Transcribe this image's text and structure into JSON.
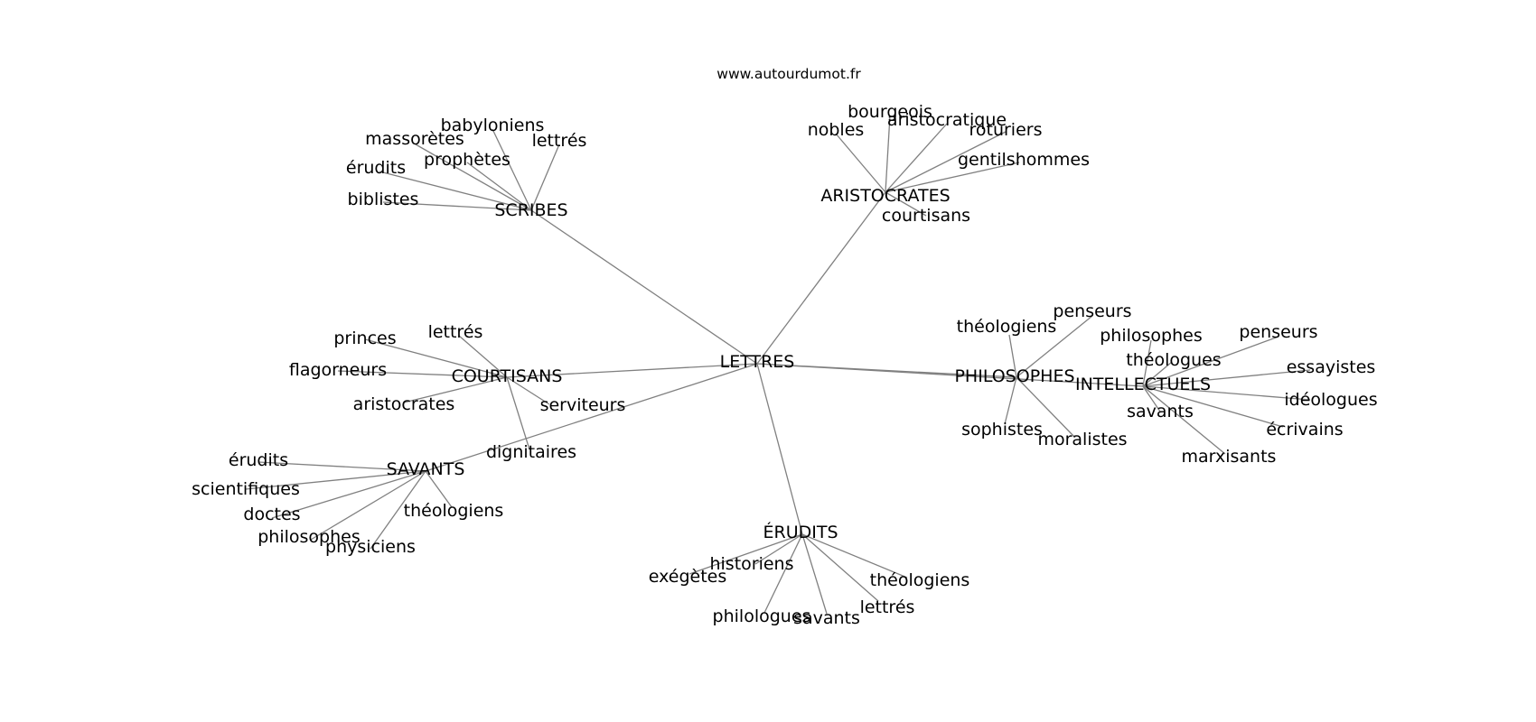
{
  "source_label": "www.autourdumot.fr",
  "graph": {
    "root": "LETTRES",
    "hubs": [
      {
        "id": "scribes",
        "label": "SCRIBES",
        "children": [
          {
            "id": "scribes-babyloniens",
            "label": "babyloniens"
          },
          {
            "id": "scribes-massoretes",
            "label": "massorètes"
          },
          {
            "id": "scribes-lettres",
            "label": "lettrés"
          },
          {
            "id": "scribes-prophetes",
            "label": "prophètes"
          },
          {
            "id": "scribes-erudits",
            "label": "érudits"
          },
          {
            "id": "scribes-biblistes",
            "label": "biblistes"
          }
        ]
      },
      {
        "id": "aristocrates",
        "label": "ARISTOCRATES",
        "children": [
          {
            "id": "aristocrates-bourgeois",
            "label": "bourgeois"
          },
          {
            "id": "aristocrates-aristocratique",
            "label": "aristocratique"
          },
          {
            "id": "aristocrates-nobles",
            "label": "nobles"
          },
          {
            "id": "aristocrates-roturiers",
            "label": "roturiers"
          },
          {
            "id": "aristocrates-gentilshommes",
            "label": "gentilshommes"
          },
          {
            "id": "aristocrates-courtisans",
            "label": "courtisans"
          }
        ]
      },
      {
        "id": "courtisans",
        "label": "COURTISANS",
        "children": [
          {
            "id": "courtisans-lettres",
            "label": "lettrés"
          },
          {
            "id": "courtisans-princes",
            "label": "princes"
          },
          {
            "id": "courtisans-flagorneurs",
            "label": "flagorneurs"
          },
          {
            "id": "courtisans-aristocrates",
            "label": "aristocrates"
          },
          {
            "id": "courtisans-serviteurs",
            "label": "serviteurs"
          },
          {
            "id": "courtisans-dignitaires",
            "label": "dignitaires"
          }
        ]
      },
      {
        "id": "philosophes",
        "label": "PHILOSOPHES",
        "children": [
          {
            "id": "philosophes-theologiens",
            "label": "théologiens"
          },
          {
            "id": "philosophes-penseurs",
            "label": "penseurs"
          },
          {
            "id": "philosophes-sophistes",
            "label": "sophistes"
          },
          {
            "id": "philosophes-moralistes",
            "label": "moralistes"
          }
        ]
      },
      {
        "id": "intellectuels",
        "label": "INTELLECTUELS",
        "children": [
          {
            "id": "intellectuels-philosophes",
            "label": "philosophes"
          },
          {
            "id": "intellectuels-theologues",
            "label": "théologues"
          },
          {
            "id": "intellectuels-penseurs",
            "label": "penseurs"
          },
          {
            "id": "intellectuels-essayistes",
            "label": "essayistes"
          },
          {
            "id": "intellectuels-ideologues",
            "label": "idéologues"
          },
          {
            "id": "intellectuels-savants",
            "label": "savants"
          },
          {
            "id": "intellectuels-ecrivains",
            "label": "écrivains"
          },
          {
            "id": "intellectuels-marxisants",
            "label": "marxisants"
          }
        ]
      },
      {
        "id": "savants",
        "label": "SAVANTS",
        "children": [
          {
            "id": "savants-erudits",
            "label": "érudits"
          },
          {
            "id": "savants-scientifiques",
            "label": "scientifiques"
          },
          {
            "id": "savants-doctes",
            "label": "doctes"
          },
          {
            "id": "savants-philosophes",
            "label": "philosophes"
          },
          {
            "id": "savants-physiciens",
            "label": "physiciens"
          },
          {
            "id": "savants-theologiens",
            "label": "théologiens"
          }
        ]
      },
      {
        "id": "erudits",
        "label": "ÉRUDITS",
        "children": [
          {
            "id": "erudits-historiens",
            "label": "historiens"
          },
          {
            "id": "erudits-exegetes",
            "label": "exégètes"
          },
          {
            "id": "erudits-theologiens",
            "label": "théologiens"
          },
          {
            "id": "erudits-lettres",
            "label": "lettrés"
          },
          {
            "id": "erudits-philologues",
            "label": "philologues"
          },
          {
            "id": "erudits-savants",
            "label": "savants"
          }
        ]
      }
    ]
  }
}
